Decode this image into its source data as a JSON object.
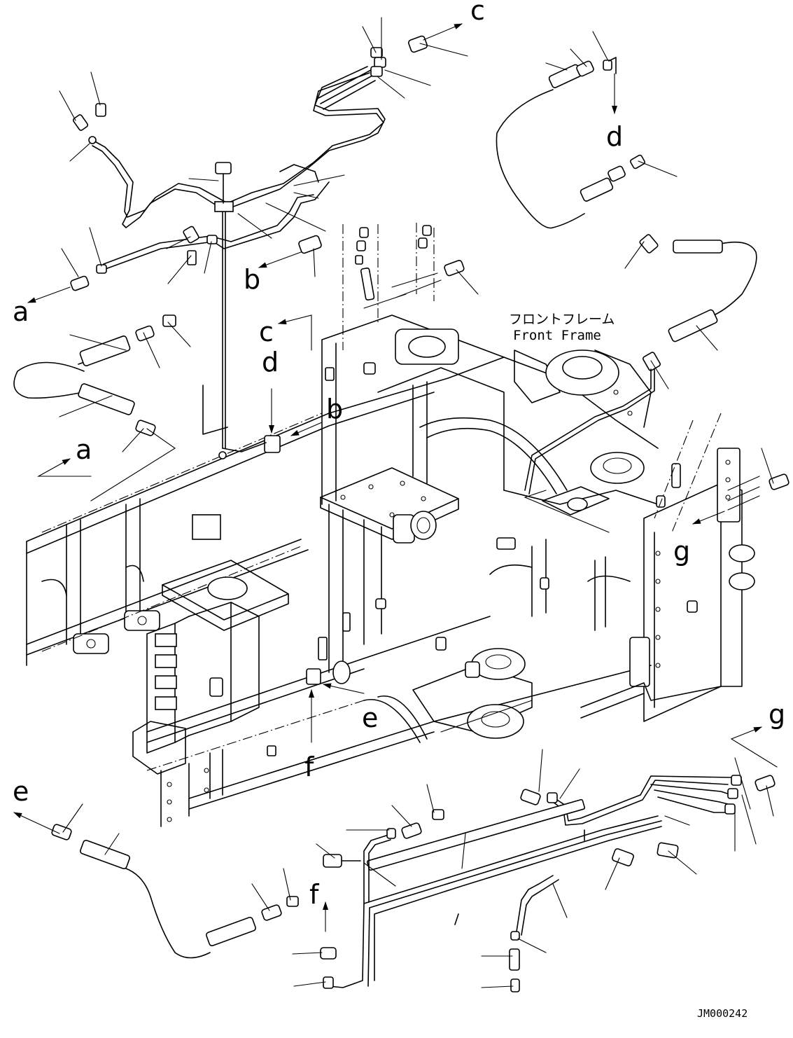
{
  "drawing": {
    "frame_label_jp": "フロントフレーム",
    "frame_label_en": "Front Frame",
    "code": "JM000242",
    "ref_a_top": "a",
    "ref_a_mid": "a",
    "ref_b_top": "b",
    "ref_b_mid": "b",
    "ref_c_top": "c",
    "ref_c_mid": "c",
    "ref_d_top": "d",
    "ref_d_mid": "d",
    "ref_e_left": "e",
    "ref_e_mid": "e",
    "ref_f_mid": "f",
    "ref_f_low": "f",
    "ref_g_right": "g",
    "ref_g_low": "g"
  }
}
